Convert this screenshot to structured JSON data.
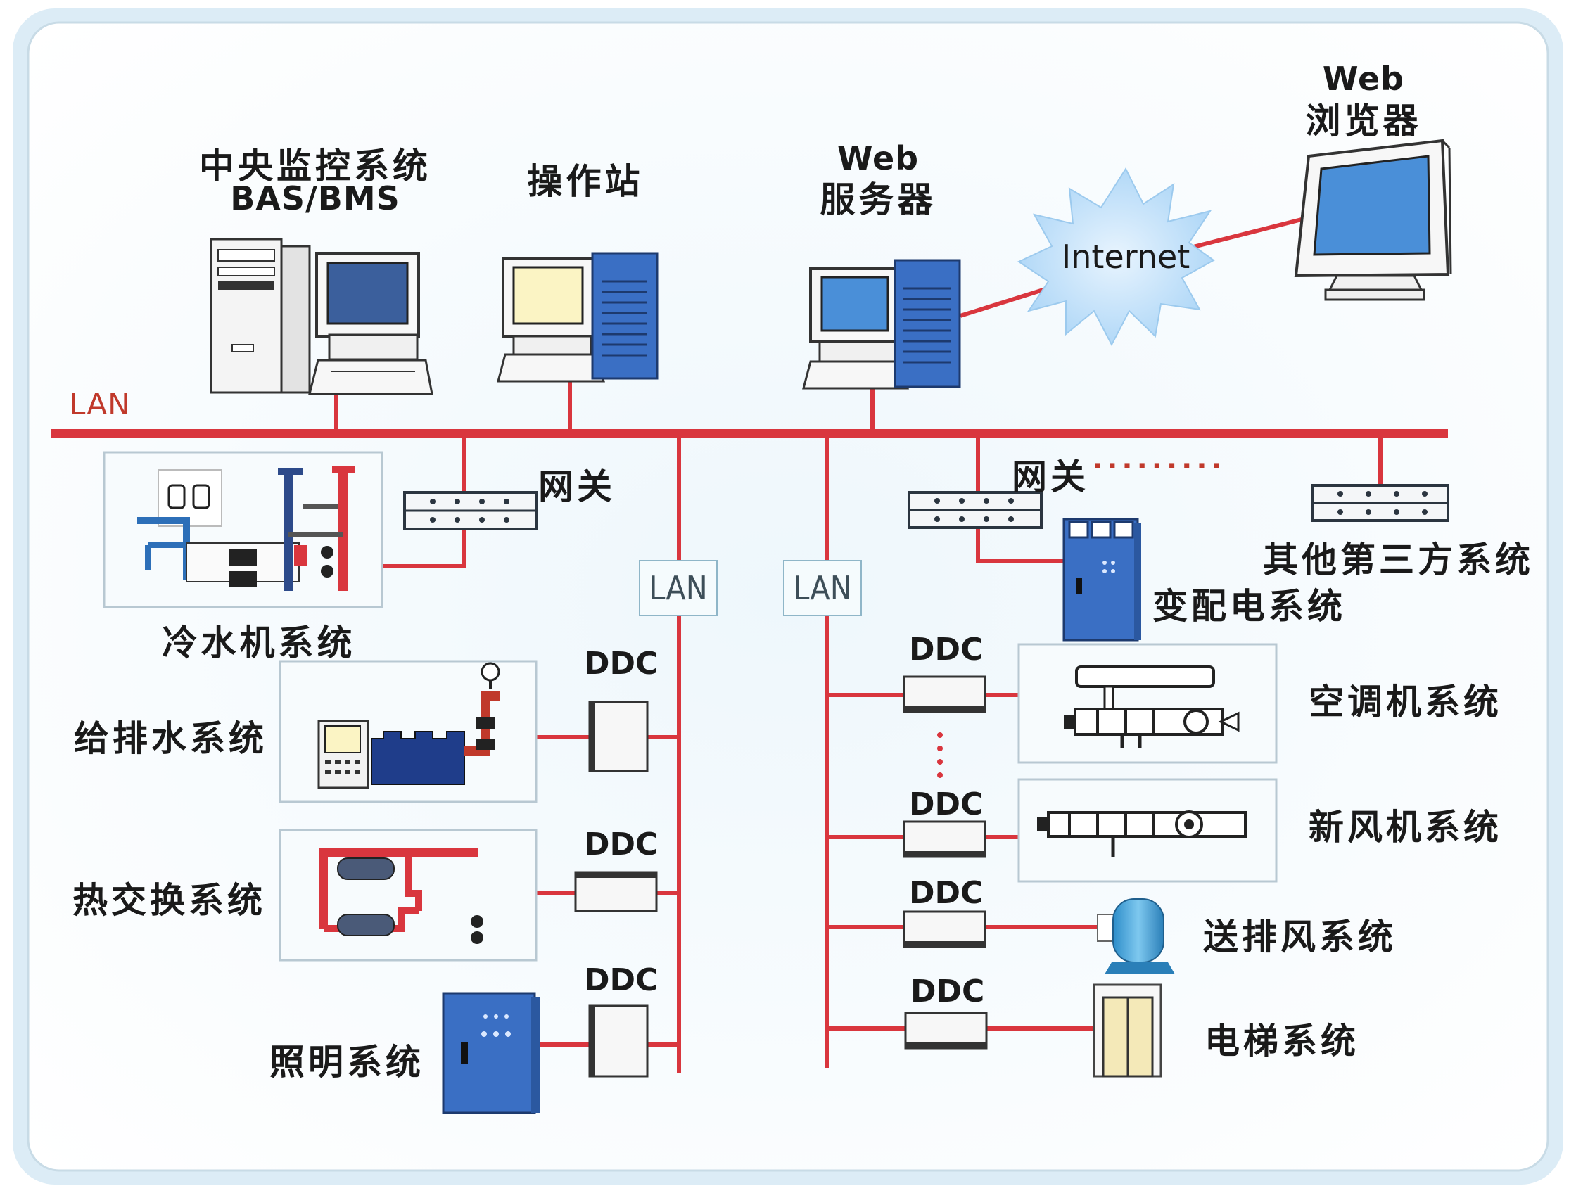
{
  "network": {
    "bus_label": "LAN",
    "internet_label": "Internet",
    "gateway_label": "网关",
    "gateway_more": "·········",
    "sub_lan_label": "LAN",
    "ddc_label": "DDC"
  },
  "top_nodes": {
    "central": {
      "line1": "中央监控系统",
      "line2": "BAS/BMS"
    },
    "operator": {
      "label": "操作站"
    },
    "web_server": {
      "line1": "Web",
      "line2": "服务器"
    },
    "web_browser": {
      "line1": "Web",
      "line2": "浏览器"
    }
  },
  "subsystems": {
    "chiller": "冷水机系统",
    "water": "给排水系统",
    "heat_exchange": "热交换系统",
    "lighting": "照明系统",
    "third_party": "其他第三方系统",
    "power": "变配电系统",
    "ahu": "空调机系统",
    "fresh_air": "新风机系统",
    "exhaust": "送排风系统",
    "elevator": "电梯系统"
  },
  "colors": {
    "line": "#d9363e",
    "equip_blue": "#3a6fc4",
    "screen_blue": "#4a8fd8",
    "panel_border": "#b8c8d2"
  }
}
